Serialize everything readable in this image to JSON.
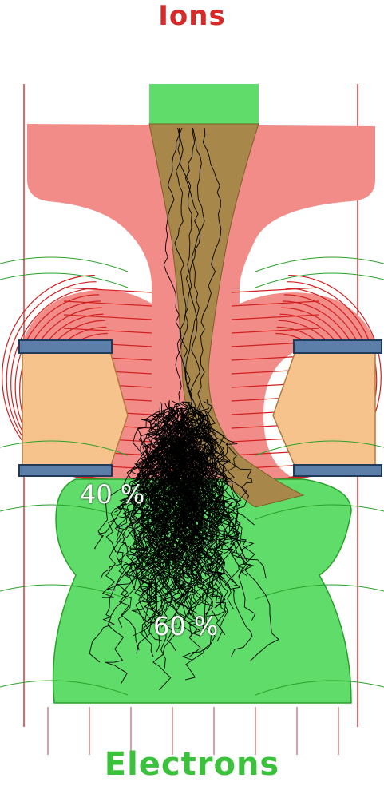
{
  "labels": {
    "top": "Ions",
    "bottom": "Electrons",
    "pct_upper": "40 %",
    "pct_lower": "60 %"
  },
  "colors": {
    "ion_region": "#f28c88",
    "ion_line": "#d02020",
    "electron_region": "#5fdc6a",
    "electron_line": "#2aa02a",
    "drift": "#a8874a",
    "insulator": "#f6c38c",
    "electrode": "#5b7fa8",
    "tracks": "#000000"
  }
}
